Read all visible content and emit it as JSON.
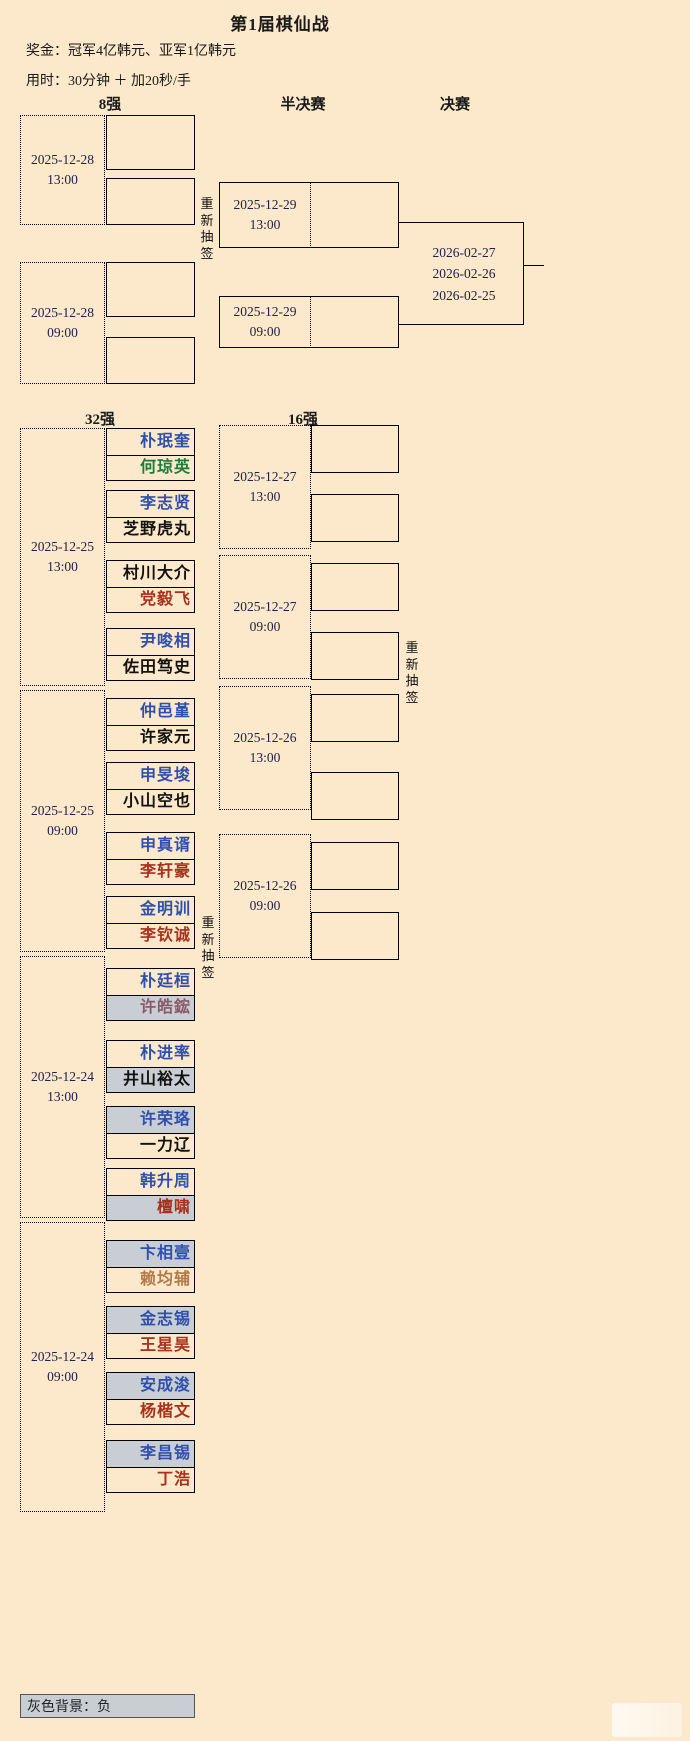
{
  "header": {
    "title": "第1届棋仙战",
    "prize": "奖金：冠军4亿韩元、亚军1亿韩元",
    "time_rule": "用时：30分钟 ＋ 加20秒/手"
  },
  "rounds": {
    "quarterfinal": "8强",
    "semifinal": "半决赛",
    "final": "决赛",
    "round32": "32强",
    "round16": "16强"
  },
  "redraw_label": {
    "c1": "重",
    "c2": "新",
    "c3": "抽",
    "c4": "签"
  },
  "top_bracket": {
    "qf": [
      {
        "date": "2025-12-28",
        "time": "13:00"
      },
      {
        "date": "2025-12-28",
        "time": "09:00"
      }
    ],
    "sf": [
      {
        "date": "2025-12-29",
        "time": "13:00"
      },
      {
        "date": "2025-12-29",
        "time": "09:00"
      }
    ],
    "final_dates": [
      "2026-02-27",
      "2026-02-26",
      "2026-02-25"
    ]
  },
  "round16_dates": [
    {
      "date": "2025-12-27",
      "time": "13:00"
    },
    {
      "date": "2025-12-27",
      "time": "09:00"
    },
    {
      "date": "2025-12-26",
      "time": "13:00"
    },
    {
      "date": "2025-12-26",
      "time": "09:00"
    }
  ],
  "round32_dates": [
    {
      "date": "2025-12-25",
      "time": "13:00"
    },
    {
      "date": "2025-12-25",
      "time": "09:00"
    },
    {
      "date": "2025-12-24",
      "time": "13:00"
    },
    {
      "date": "2025-12-24",
      "time": "09:00"
    }
  ],
  "round32_matches": [
    {
      "top": {
        "name": "朴珉奎",
        "color": "#2f4fb0",
        "lost": false
      },
      "bottom": {
        "name": "何琼英",
        "color": "#1f7a3f",
        "lost": false
      }
    },
    {
      "top": {
        "name": "李志贤",
        "color": "#2f4fb0",
        "lost": false
      },
      "bottom": {
        "name": "芝野虎丸",
        "color": "#111111",
        "lost": false
      }
    },
    {
      "top": {
        "name": "村川大介",
        "color": "#111111",
        "lost": false
      },
      "bottom": {
        "name": "党毅飞",
        "color": "#a8301c",
        "lost": false
      }
    },
    {
      "top": {
        "name": "尹唆相",
        "color": "#2f4fb0",
        "lost": false
      },
      "bottom": {
        "name": "佐田笃史",
        "color": "#111111",
        "lost": false
      }
    },
    {
      "top": {
        "name": "仲邑堇",
        "color": "#2f4fb0",
        "lost": false
      },
      "bottom": {
        "name": "许家元",
        "color": "#111111",
        "lost": false
      }
    },
    {
      "top": {
        "name": "申旻埈",
        "color": "#2f4fb0",
        "lost": false
      },
      "bottom": {
        "name": "小山空也",
        "color": "#111111",
        "lost": false
      }
    },
    {
      "top": {
        "name": "申真谞",
        "color": "#2f4fb0",
        "lost": false
      },
      "bottom": {
        "name": "李轩豪",
        "color": "#a8301c",
        "lost": false
      }
    },
    {
      "top": {
        "name": "金明训",
        "color": "#2f4fb0",
        "lost": false
      },
      "bottom": {
        "name": "李钦诚",
        "color": "#a8301c",
        "lost": false
      }
    },
    {
      "top": {
        "name": "朴廷桓",
        "color": "#2f4fb0",
        "lost": false
      },
      "bottom": {
        "name": "许皓鋐",
        "color": "#8a5a6a",
        "lost": true
      }
    },
    {
      "top": {
        "name": "朴进率",
        "color": "#2f4fb0",
        "lost": false
      },
      "bottom": {
        "name": "井山裕太",
        "color": "#111111",
        "lost": true
      }
    },
    {
      "top": {
        "name": "许荣珞",
        "color": "#2f4fb0",
        "lost": true
      },
      "bottom": {
        "name": "一力辽",
        "color": "#111111",
        "lost": false
      }
    },
    {
      "top": {
        "name": "韩升周",
        "color": "#2f4fb0",
        "lost": false
      },
      "bottom": {
        "name": "檀啸",
        "color": "#a8301c",
        "lost": true
      }
    },
    {
      "top": {
        "name": "卞相壹",
        "color": "#2f4fb0",
        "lost": true
      },
      "bottom": {
        "name": "赖均辅",
        "color": "#b07a4a",
        "lost": false
      }
    },
    {
      "top": {
        "name": "金志锡",
        "color": "#2f4fb0",
        "lost": true
      },
      "bottom": {
        "name": "王星昊",
        "color": "#a8301c",
        "lost": false
      }
    },
    {
      "top": {
        "name": "安成浚",
        "color": "#2f4fb0",
        "lost": true
      },
      "bottom": {
        "name": "杨楷文",
        "color": "#a8301c",
        "lost": false
      }
    },
    {
      "top": {
        "name": "李昌锡",
        "color": "#2f4fb0",
        "lost": true
      },
      "bottom": {
        "name": "丁浩",
        "color": "#a8301c",
        "lost": false
      }
    }
  ],
  "legend": {
    "text": "灰色背景：负"
  },
  "colors": {
    "background": "#fce8ca",
    "lost_background": "#c9ced4",
    "korean": "#2f4fb0",
    "chinese": "#a8301c",
    "japanese": "#111111"
  }
}
